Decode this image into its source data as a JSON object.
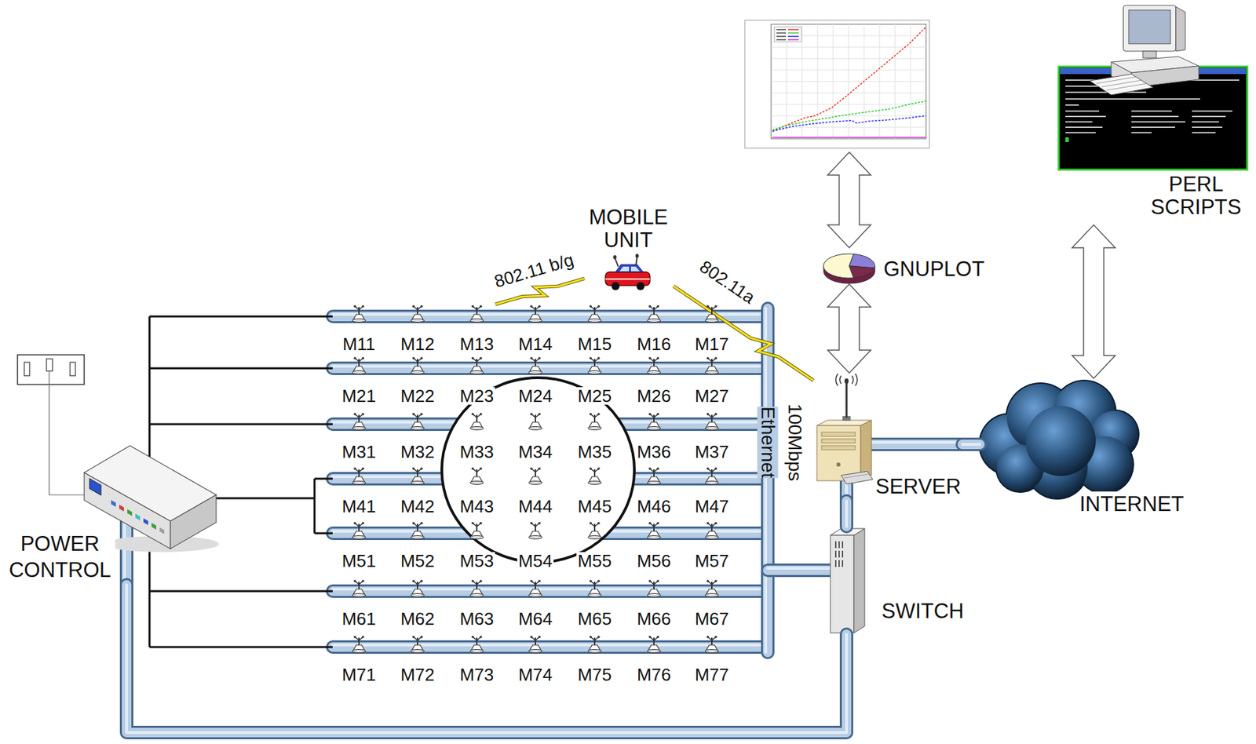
{
  "diagram": {
    "nodes": [
      {
        "text": [
          "PERL SCRIPTS"
        ]
      },
      {
        "text": [
          "MOBILE UNIT"
        ]
      },
      {
        "text": [
          "GNUPLOT"
        ]
      },
      {
        "text": [
          "M11"
        ]
      },
      {
        "text": [
          "M12"
        ]
      },
      {
        "text": [
          "M13"
        ]
      },
      {
        "text": [
          "M14"
        ]
      },
      {
        "text": [
          "M15"
        ]
      },
      {
        "text": [
          "M16"
        ]
      },
      {
        "text": [
          "M17"
        ]
      },
      {
        "text": [
          "M21"
        ]
      },
      {
        "text": [
          "M22"
        ]
      },
      {
        "text": [
          "M23"
        ]
      },
      {
        "text": [
          "M24"
        ]
      },
      {
        "text": [
          "M25"
        ]
      },
      {
        "text": [
          "M26"
        ]
      },
      {
        "text": [
          "M27"
        ]
      },
      {
        "text": [
          "M31"
        ]
      },
      {
        "text": [
          "M32"
        ]
      },
      {
        "text": [
          "M33"
        ]
      },
      {
        "text": [
          "M34"
        ]
      },
      {
        "text": [
          "M35"
        ]
      },
      {
        "text": [
          "M36"
        ]
      },
      {
        "text": [
          "M37"
        ]
      },
      {
        "text": [
          "M41"
        ]
      },
      {
        "text": [
          "M42"
        ]
      },
      {
        "text": [
          "M43"
        ]
      },
      {
        "text": [
          "M44"
        ]
      },
      {
        "text": [
          "M45"
        ]
      },
      {
        "text": [
          "M46"
        ]
      },
      {
        "text": [
          "M47"
        ]
      },
      {
        "text": [
          "M51"
        ]
      },
      {
        "text": [
          "M52"
        ]
      },
      {
        "text": [
          "M53"
        ]
      },
      {
        "text": [
          "M54"
        ]
      },
      {
        "text": [
          "M55"
        ]
      },
      {
        "text": [
          "M56"
        ]
      },
      {
        "text": [
          "M57"
        ]
      },
      {
        "text": [
          "M61"
        ]
      },
      {
        "text": [
          "M62"
        ]
      },
      {
        "text": [
          "M63"
        ]
      },
      {
        "text": [
          "M64"
        ]
      },
      {
        "text": [
          "M65"
        ]
      },
      {
        "text": [
          "M66"
        ]
      },
      {
        "text": [
          "M67"
        ]
      },
      {
        "text": [
          "M71"
        ]
      },
      {
        "text": [
          "M72"
        ]
      },
      {
        "text": [
          "M73"
        ]
      },
      {
        "text": [
          "M74"
        ]
      },
      {
        "text": [
          "M75"
        ]
      },
      {
        "text": [
          "M76"
        ]
      },
      {
        "text": [
          "M77"
        ]
      },
      {
        "text": [
          "SERVER"
        ]
      },
      {
        "text": [
          "INTERNET"
        ]
      },
      {
        "text": [
          "POWER CONTROL"
        ]
      },
      {
        "text": [
          "SWITCH"
        ]
      }
    ],
    "edges": [
      {
        "from": 1,
        "to": 5,
        "label": "802.11 b/g",
        "arrow": "none"
      },
      {
        "from": 1,
        "to": 52,
        "label": "802.11a",
        "arrow": "none"
      },
      {
        "from": 2,
        "to": 52,
        "arrow": "both"
      },
      {
        "from": 53,
        "to": 0,
        "arrow": "both"
      },
      {
        "from": 52,
        "to": 53,
        "arrow": "none"
      },
      {
        "from": 52,
        "to": 55,
        "arrow": "none"
      },
      {
        "from": 55,
        "to": 54,
        "arrow": "none"
      }
    ],
    "labels": [
      "Ethernet",
      "100Mbps"
    ]
  }
}
